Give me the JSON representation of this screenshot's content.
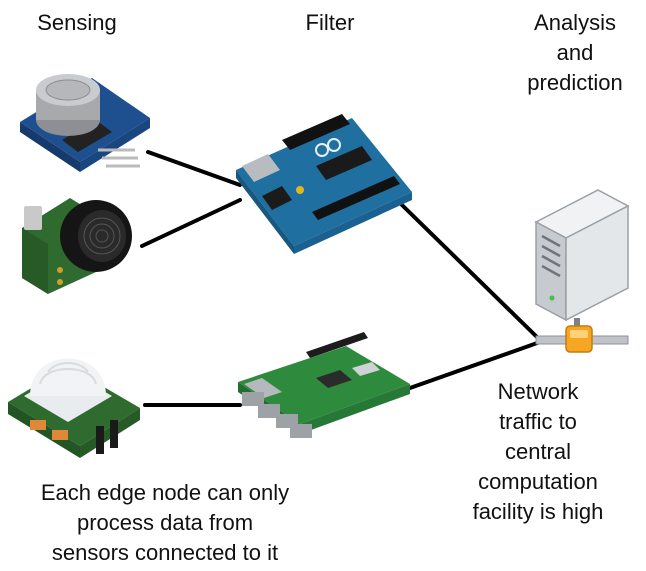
{
  "headers": {
    "sensing": "Sensing",
    "filter": "Filter",
    "analysis_line1": "Analysis",
    "analysis_line2": "and",
    "analysis_line3": "prediction"
  },
  "notes": {
    "network_line1": "Network",
    "network_line2": "traffic to",
    "network_line3": "central",
    "network_line4": "computation",
    "network_line5": "facility is high",
    "edge_line1": "Each edge node can only",
    "edge_line2": "process data from",
    "edge_line3": "sensors connected to it"
  },
  "colors": {
    "line": "#000000",
    "arduino": "#1f6fa0",
    "raspberry_pi": "#2e8b3e",
    "sensor_board_blue": "#1e4f8f",
    "sensor_board_green": "#2f6b2f",
    "server": "#dfe2e6",
    "connector": "#f5a623"
  },
  "icons": [
    "gas-sensor-icon",
    "ultrasonic-sensor-icon",
    "pir-sensor-icon",
    "arduino-board-icon",
    "raspberry-pi-icon",
    "server-icon"
  ]
}
